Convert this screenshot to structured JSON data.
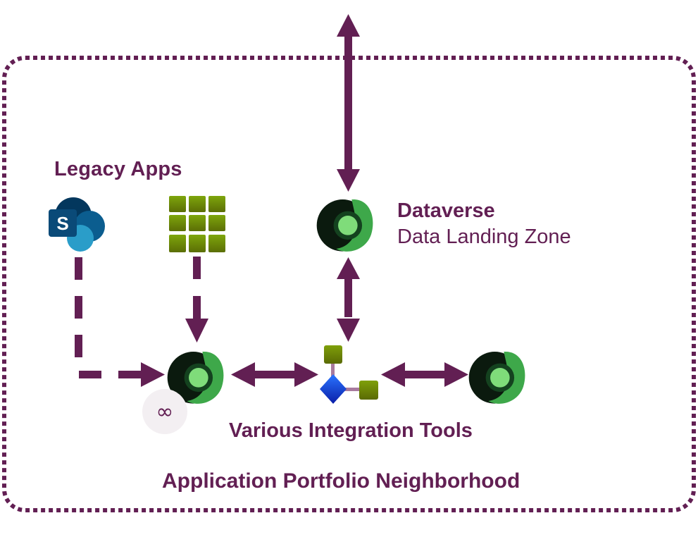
{
  "diagram": {
    "boundary_label": "Application Portfolio Neighborhood",
    "legacy_apps_label": "Legacy Apps",
    "dataverse": {
      "title": "Dataverse",
      "subtitle": "Data Landing Zone"
    },
    "integration_label": "Various Integration Tools",
    "badge_symbol": "∞",
    "colors": {
      "accent": "#621f53",
      "sharepoint_dark": "#03375d",
      "sharepoint_mid": "#0b5d8f",
      "sharepoint_light": "#2a9dc9",
      "grid_green": "#6e8c08",
      "dataverse_dark": "#0b1a0e",
      "dataverse_green": "#3ea84a",
      "dataverse_light": "#7fdc7a",
      "diamond_blue": "#1443d8",
      "badge_bg": "#f3eff2"
    },
    "nodes": [
      {
        "id": "sharepoint",
        "icon": "sharepoint-icon"
      },
      {
        "id": "legacy-grid-app",
        "icon": "grid-app-icon"
      },
      {
        "id": "dataverse-landing",
        "icon": "dataverse-icon"
      },
      {
        "id": "dataverse-app",
        "icon": "dataverse-icon"
      },
      {
        "id": "integration-tools",
        "icon": "integration-icon"
      },
      {
        "id": "dataverse-target",
        "icon": "dataverse-icon"
      }
    ],
    "edges": [
      {
        "from": "sharepoint",
        "to": "dataverse-app",
        "style": "dashed",
        "direction": "one-way"
      },
      {
        "from": "legacy-grid-app",
        "to": "dataverse-app",
        "style": "dashed",
        "direction": "one-way"
      },
      {
        "from": "dataverse-app",
        "to": "integration-tools",
        "style": "solid",
        "direction": "two-way"
      },
      {
        "from": "integration-tools",
        "to": "dataverse-target",
        "style": "solid",
        "direction": "two-way"
      },
      {
        "from": "integration-tools",
        "to": "dataverse-landing",
        "style": "solid",
        "direction": "two-way"
      },
      {
        "from": "dataverse-landing",
        "to": "outside",
        "style": "solid",
        "direction": "two-way"
      }
    ]
  }
}
